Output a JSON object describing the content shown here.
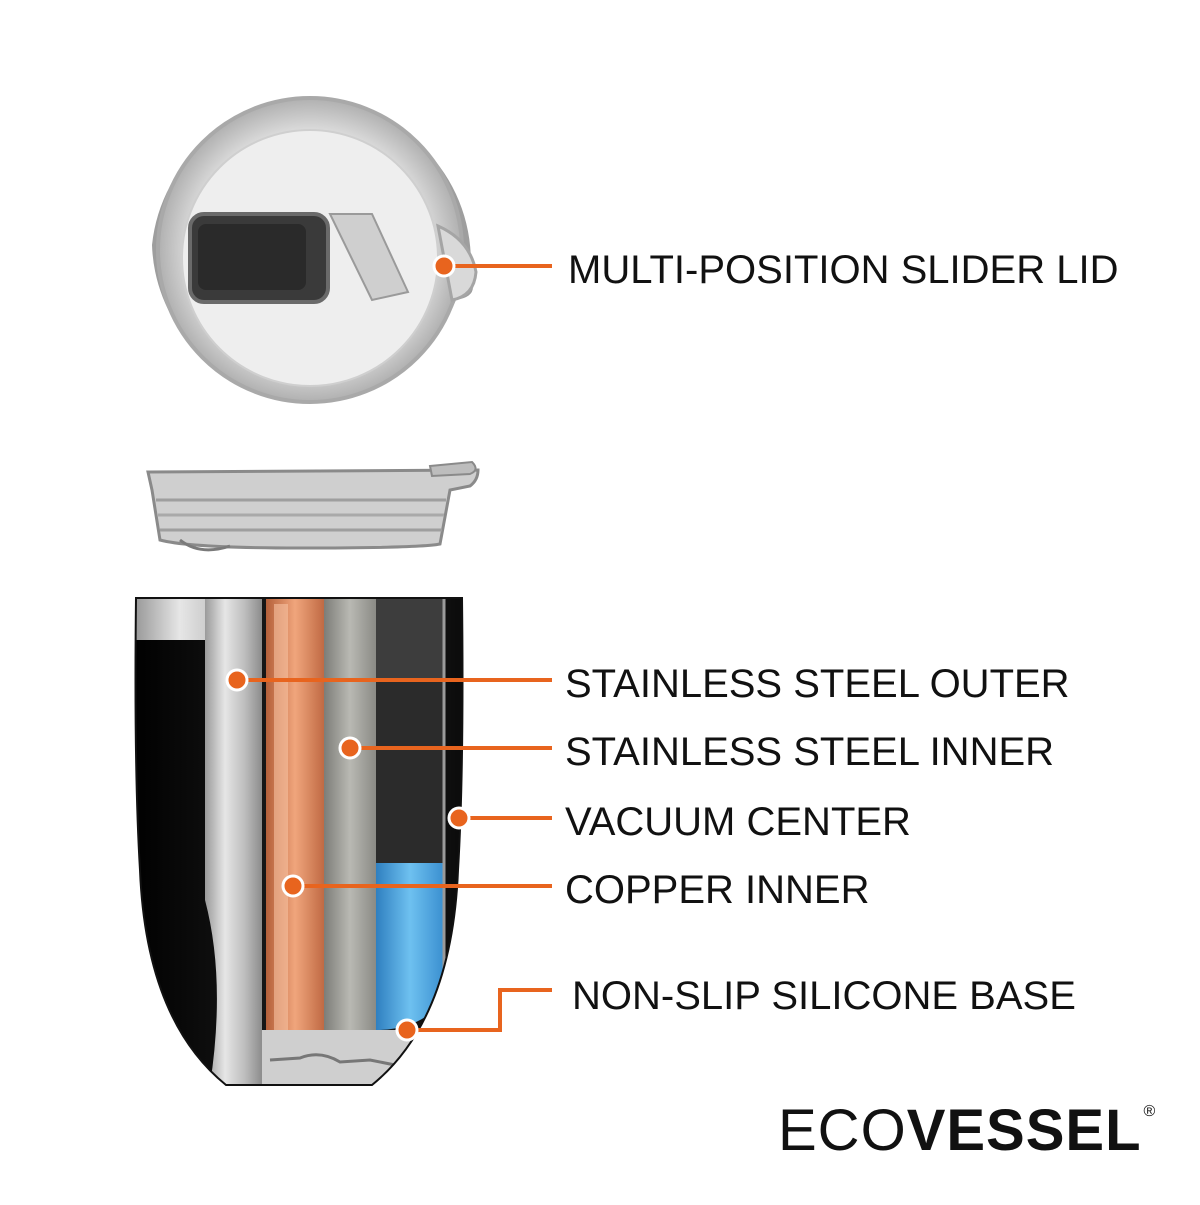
{
  "callouts": [
    {
      "id": "lid",
      "label": "MULTI-POSITION SLIDER LID"
    },
    {
      "id": "outer",
      "label": "STAINLESS STEEL OUTER"
    },
    {
      "id": "inner",
      "label": "STAINLESS STEEL INNER"
    },
    {
      "id": "vacuum",
      "label": "VACUUM CENTER"
    },
    {
      "id": "copper",
      "label": "COPPER INNER"
    },
    {
      "id": "base",
      "label": "NON-SLIP SILICONE BASE"
    }
  ],
  "brand": {
    "prefix": "ECO",
    "name": "VESSEL",
    "mark": "®"
  },
  "colors": {
    "accent": "#e8641e",
    "tumbler_black": "#0d0d0d",
    "copper": "#d98a5e",
    "water": "#4aa3df",
    "steel": "#c8c8c8"
  }
}
